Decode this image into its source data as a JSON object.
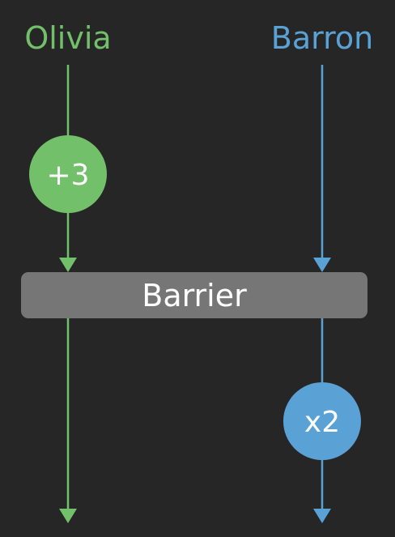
{
  "colors": {
    "background": "#262626",
    "olivia": "#72c06a",
    "barron": "#5aa2d6",
    "barrier_fill": "#777677",
    "barrier_text": "#ffffff",
    "node_text": "#ffffff"
  },
  "lanes": {
    "left": {
      "label": "Olivia"
    },
    "right": {
      "label": "Barron"
    }
  },
  "operations": {
    "left": {
      "label": "+3"
    },
    "right": {
      "label": "x2"
    }
  },
  "barrier": {
    "label": "Barrier"
  }
}
